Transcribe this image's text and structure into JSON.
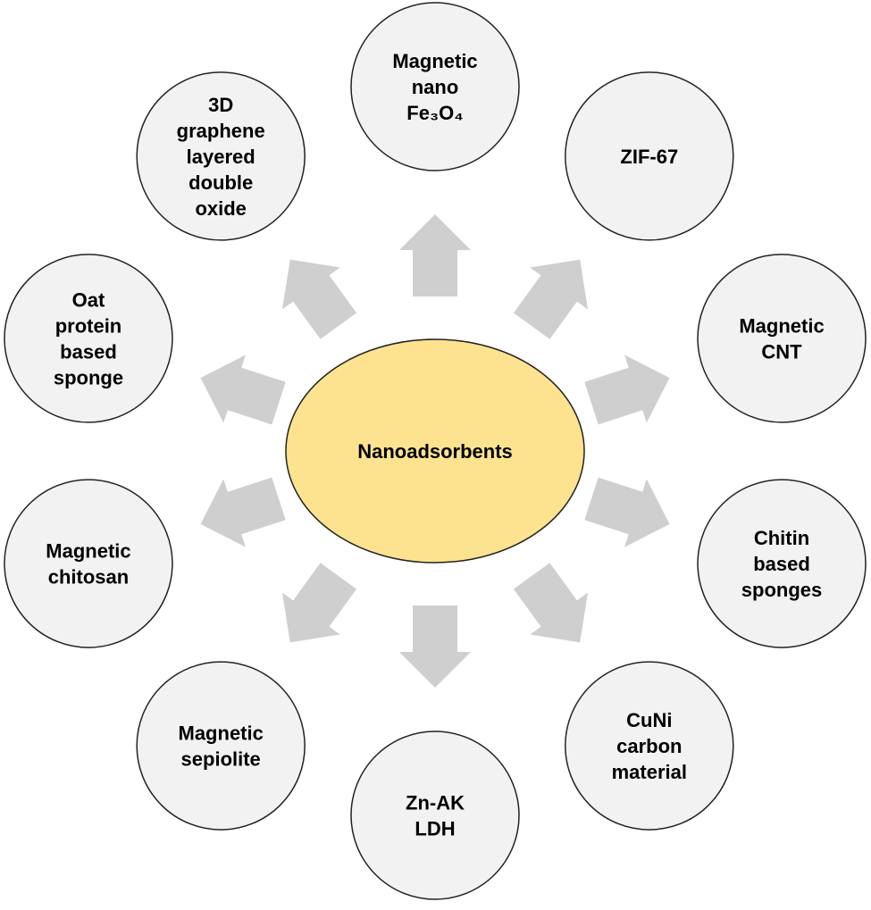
{
  "center": {
    "label": "Nanoadsorbents",
    "fill": "#fde38f"
  },
  "node_fill": "#f2f2f2",
  "arrow_fill": "#cfcfcf",
  "nodes": [
    {
      "lines": [
        "Magnetic",
        "nano",
        "Fe₃O₄"
      ]
    },
    {
      "lines": [
        "ZIF-67"
      ]
    },
    {
      "lines": [
        "Magnetic",
        "CNT"
      ]
    },
    {
      "lines": [
        "Chitin",
        "based",
        "sponges"
      ]
    },
    {
      "lines": [
        "CuNi",
        "carbon",
        "material"
      ]
    },
    {
      "lines": [
        "Zn-AK",
        "LDH"
      ]
    },
    {
      "lines": [
        "Magnetic",
        "sepiolite"
      ]
    },
    {
      "lines": [
        "Magnetic",
        "chitosan"
      ]
    },
    {
      "lines": [
        "Oat",
        "protein",
        "based",
        "sponge"
      ]
    },
    {
      "lines": [
        "3D",
        "graphene",
        "layered",
        "double",
        "oxide"
      ]
    }
  ]
}
